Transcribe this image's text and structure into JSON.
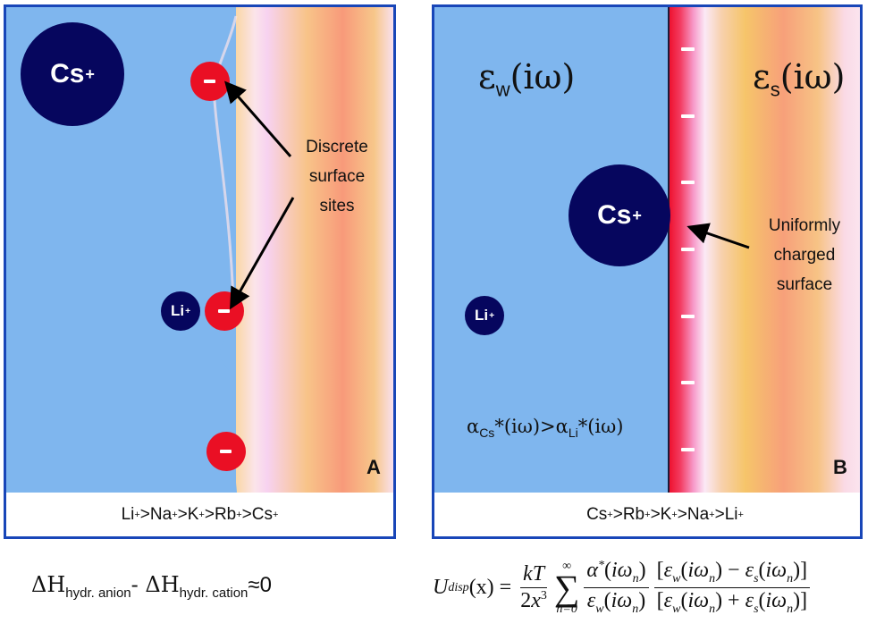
{
  "panel_a": {
    "letter": "A",
    "ion_large": {
      "symbol": "Cs",
      "charge": "+"
    },
    "ion_small": {
      "symbol": "Li",
      "charge": "+"
    },
    "annotation": [
      "Discrete",
      "surface",
      "sites"
    ],
    "negative_sites": 3,
    "caption": [
      "Li",
      "+",
      ">Na",
      "+",
      ">K",
      "+",
      ">Rb",
      "+",
      ">Cs",
      "+"
    ]
  },
  "panel_b": {
    "letter": "B",
    "ion_large": {
      "symbol": "Cs",
      "charge": "+"
    },
    "ion_small": {
      "symbol": "Li",
      "charge": "+"
    },
    "eps_water": {
      "base": "ε",
      "sub": "w",
      "arg": "(iω)"
    },
    "eps_solid": {
      "base": "ε",
      "sub": "s",
      "arg": "(iω)"
    },
    "annotation": [
      "Uniformly",
      "charged",
      "surface"
    ],
    "polarizability": {
      "a1": "α",
      "s1": "Cs",
      "rest1": "*(iω)>",
      "a2": "α",
      "s2": "Li",
      "rest2": "*(iω)"
    },
    "charge_dashes": [
      52,
      127,
      201,
      276,
      351,
      425,
      500
    ],
    "caption": [
      "Cs",
      "+",
      ">Rb",
      "+",
      ">K",
      "+",
      ">Na",
      "+",
      ">Li",
      "+"
    ]
  },
  "equations": {
    "left": {
      "d1": "ΔH",
      "s1": "hydr. anion",
      "minus": "- ",
      "d2": "ΔH",
      "s2": "hydr. cation",
      "tail": "≈0"
    },
    "right": {
      "lhs": "U",
      "lhs_sub": "disp",
      "lhs_arg": "(x) =",
      "f1_num": "kT",
      "f1_den": "2x",
      "f1_den_sup": "3",
      "sum_top": "∞",
      "sum_sym": "∑",
      "sum_bot": "n=0",
      "f2_num": "α*(iω_n)",
      "f2_den": "ε_w(iω_n)",
      "f3_num": "[ε_w(iω_n) − ε_s(iω_n)]",
      "f3_den": "[ε_w(iω_n) + ε_s(iω_n)]"
    }
  },
  "colors": {
    "water": "#7fb6ee",
    "ion": "#06065e",
    "negative_site": "#ea0f24",
    "border": "#1846b8"
  }
}
